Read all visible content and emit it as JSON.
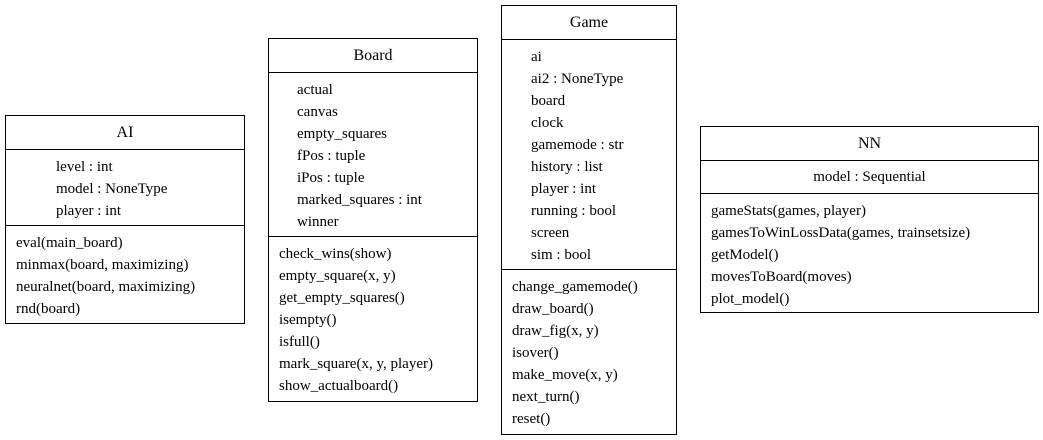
{
  "classes": {
    "ai": {
      "name": "AI",
      "attributes": [
        "level : int",
        "model : NoneType",
        "player : int"
      ],
      "methods": [
        "eval(main_board)",
        "minmax(board, maximizing)",
        "neuralnet(board, maximizing)",
        "rnd(board)"
      ]
    },
    "board": {
      "name": "Board",
      "attributes": [
        "actual",
        "canvas",
        "empty_squares",
        "fPos : tuple",
        "iPos : tuple",
        "marked_squares : int",
        "winner"
      ],
      "methods": [
        "check_wins(show)",
        "empty_square(x, y)",
        "get_empty_squares()",
        "isempty()",
        "isfull()",
        "mark_square(x, y, player)",
        "show_actualboard()"
      ]
    },
    "game": {
      "name": "Game",
      "attributes": [
        "ai",
        "ai2 : NoneType",
        "board",
        "clock",
        "gamemode : str",
        "history : list",
        "player : int",
        "running : bool",
        "screen",
        "sim : bool"
      ],
      "methods": [
        "change_gamemode()",
        "draw_board()",
        "draw_fig(x, y)",
        "isover()",
        "make_move(x, y)",
        "next_turn()",
        "reset()"
      ]
    },
    "nn": {
      "name": "NN",
      "attributes": [
        "model : Sequential"
      ],
      "methods": [
        "gameStats(games, player)",
        "gamesToWinLossData(games, trainsetsize)",
        "getModel()",
        "movesToBoard(moves)",
        "plot_model()"
      ]
    }
  }
}
